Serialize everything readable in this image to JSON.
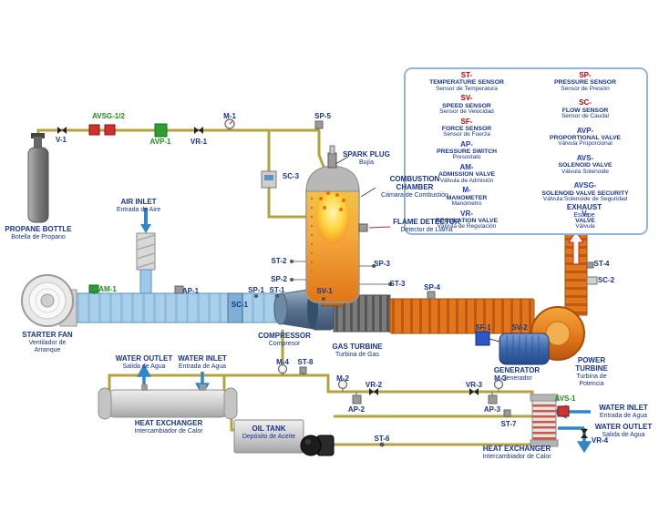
{
  "legend": {
    "left": [
      {
        "code": "ST-",
        "en": "TEMPERATURE SENSOR",
        "es": "Sensor de Temperatura"
      },
      {
        "code": "SV-",
        "en": "SPEED SENSOR",
        "es": "Sensor de Velocidad"
      },
      {
        "code": "SF-",
        "en": "FORCE SENSOR",
        "es": "Sensor de Fuerza"
      },
      {
        "code": "AP-",
        "en": "PRESSURE SWITCH",
        "es": "Presostato"
      },
      {
        "code": "AM-",
        "en": "ADMISSION VALVE",
        "es": "Válvula de Admisión"
      },
      {
        "code": "M-",
        "en": "MANOMETER",
        "es": "Manómetro"
      },
      {
        "code": "VR-",
        "en": "REGULATION VALVE",
        "es": "Válvula de Regulación"
      }
    ],
    "right": [
      {
        "code": "SP-",
        "en": "PRESSURE SENSOR",
        "es": "Sensor de Presión"
      },
      {
        "code": "SC-",
        "en": "FLOW SENSOR",
        "es": "Sensor de Caudal"
      },
      {
        "code": "AVP-",
        "en": "PROPORTIONAL VALVE",
        "es": "Válvula Proporcional"
      },
      {
        "code": "AVS-",
        "en": "SOLENOID VALVE",
        "es": "Válvula Solenoide"
      },
      {
        "code": "AVSG-",
        "en": "SOLENOID VALVE SECURITY",
        "es": "Válvula Solenoide de Seguridad"
      },
      {
        "code": "V-",
        "en": "VALVE",
        "es": "Válvula"
      }
    ]
  },
  "labels": {
    "v1": "V-1",
    "avsg12": "AVSG-1/2",
    "avp1": "AVP-1",
    "vr1": "VR-1",
    "m1": "M-1",
    "sp5": "SP-5",
    "sc3": "SC-3",
    "st2": "ST-2",
    "sp2": "SP-2",
    "sp3": "SP-3",
    "st3": "ST-3",
    "sp1": "SP-1",
    "st1": "ST-1",
    "sc1": "SC-1",
    "ap1": "AP-1",
    "am1": "AM-1",
    "sv1": "SV-1",
    "sp4": "SP-4",
    "sf1": "SF-1",
    "sv2": "SV-2",
    "st4": "ST-4",
    "sc2": "SC-2",
    "m4": "M-4",
    "st8": "ST-8",
    "m2": "M-2",
    "vr2": "VR-2",
    "ap2": "AP-2",
    "vr3": "VR-3",
    "m3": "M-3",
    "ap3": "AP-3",
    "st7": "ST-7",
    "st6": "ST-6",
    "avs1": "AVS-1",
    "vr4": "VR-4"
  },
  "components": {
    "propane_bottle": {
      "en": "PROPANE BOTTLE",
      "es": "Botella de Propano"
    },
    "air_inlet": {
      "en": "AIR INLET",
      "es": "Entrada de Aire"
    },
    "starter_fan": {
      "en": "STARTER FAN",
      "es": "Ventilador de Arranque"
    },
    "spark_plug": {
      "en": "SPARK PLUG",
      "es": "Bujía"
    },
    "combustion_chamber": {
      "en": "COMBUSTION CHAMBER",
      "es": "Cámara de Combustión"
    },
    "flame_detector": {
      "en": "FLAME DETECTOR",
      "es": "Detector de Llama"
    },
    "compressor": {
      "en": "COMPRESSOR",
      "es": "Compresor"
    },
    "gas_turbine": {
      "en": "GAS TURBINE",
      "es": "Turbina de Gas"
    },
    "generator": {
      "en": "GENERATOR",
      "es": "Generador"
    },
    "power_turbine": {
      "en": "POWER TURBINE",
      "es": "Turbina de Potencia"
    },
    "exhaust": {
      "en": "EXHAUST",
      "es": "Escape"
    },
    "water_outlet_left": {
      "en": "WATER OUTLET",
      "es": "Salida de Agua"
    },
    "water_inlet_left": {
      "en": "WATER INLET",
      "es": "Entrada de Agua"
    },
    "heat_exchanger_left": {
      "en": "HEAT EXCHANGER",
      "es": "Intercambiador de Calor"
    },
    "oil_tank": {
      "en": "OIL TANK",
      "es": "Depósito de Aceite"
    },
    "heat_exchanger_right": {
      "en": "HEAT EXCHANGER",
      "es": "Intercambiador de Calor"
    },
    "water_inlet_right": {
      "en": "WATER INLET",
      "es": "Entrada de Agua"
    },
    "water_outlet_right": {
      "en": "WATER OUTLET",
      "es": "Salida de Agua"
    }
  },
  "colors": {
    "label_navy": "#16348c",
    "label_green": "#1e8c1e",
    "legend_code_red": "#cc0000",
    "legend_code_blue": "#1d39c4",
    "pipe_gas": "#b3a33f",
    "pipe_water": "#2f86c8",
    "air_duct": "#aacfe9",
    "hot_orange": "#e2761b",
    "valve_red": "#d32f2f",
    "valve_green": "#2f9e2f",
    "generator_blue": "#3c68ae"
  }
}
